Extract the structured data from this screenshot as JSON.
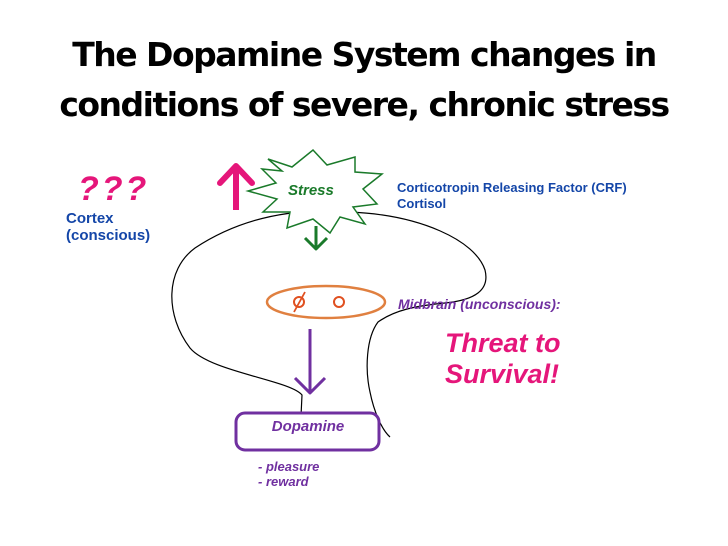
{
  "title": {
    "line1": "The Dopamine System changes in",
    "line2": "conditions of severe, chronic stress"
  },
  "labels": {
    "question_marks": "???",
    "cortex_line1": "Cortex",
    "cortex_line2": "(conscious)",
    "stress": "Stress",
    "crf_line1": "Corticotropin Releasing Factor (CRF)",
    "crf_line2": "Cortisol",
    "midbrain": "Midbrain (unconscious):",
    "threat_line1": "Threat to",
    "threat_line2": "Survival!",
    "dopamine": "Dopamine",
    "bullet_pleasure": "- pleasure",
    "bullet_reward": "- reward"
  },
  "colors": {
    "pink": "#e5167a",
    "blue": "#1446a8",
    "green": "#1a7a2a",
    "purple": "#7030a0",
    "orange": "#e08040",
    "outline": "#000000"
  },
  "icons": {
    "up_arrow": "arrow-up-icon",
    "down_arrow_green": "arrow-down-icon",
    "down_arrow_purple": "arrow-down-icon"
  }
}
